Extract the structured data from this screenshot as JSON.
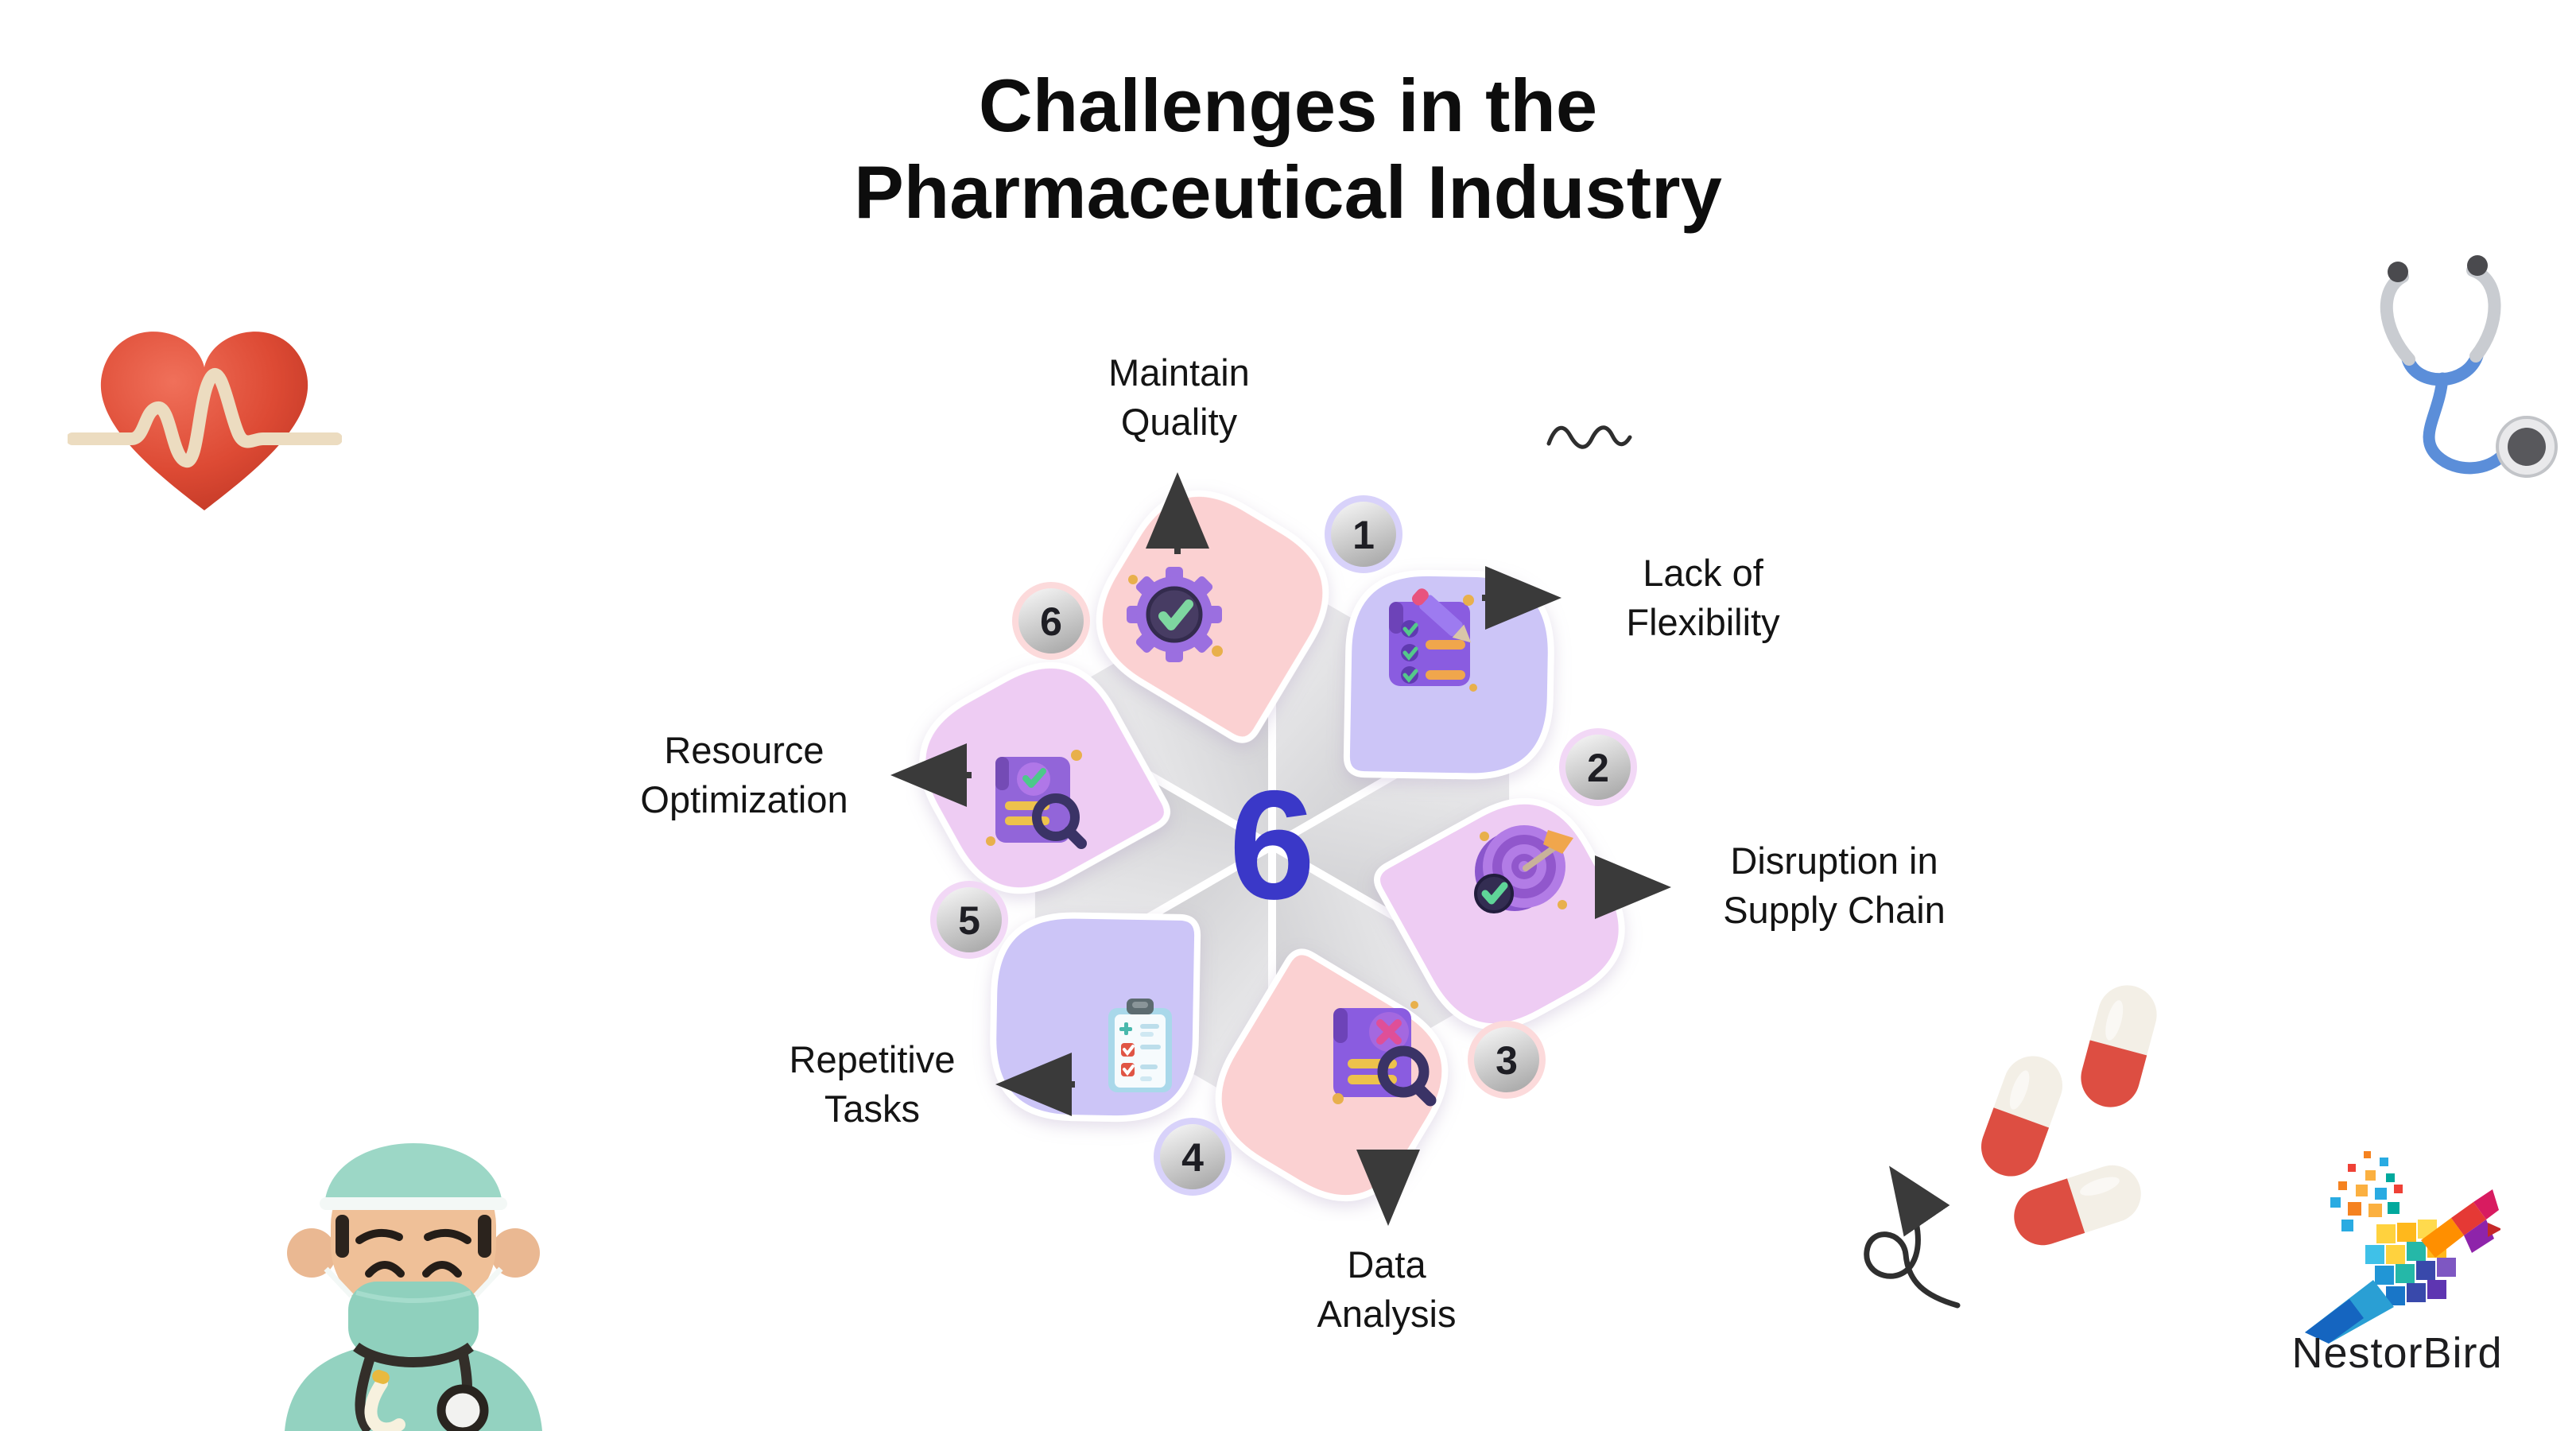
{
  "header": {
    "title": "Challenges in the\nPharmaceutical Industry"
  },
  "diagram": {
    "center_number": "6",
    "items": [
      {
        "number": "1",
        "label": "Lack of\nFlexibility",
        "icon": "checklist-pencil-icon"
      },
      {
        "number": "2",
        "label": "Disruption in\nSupply Chain",
        "icon": "target-check-icon"
      },
      {
        "number": "3",
        "label": "Data\nAnalysis",
        "icon": "document-search-error-icon"
      },
      {
        "number": "4",
        "label": "Repetitive\nTasks",
        "icon": "medical-clipboard-icon"
      },
      {
        "number": "5",
        "label": "Resource\nOptimization",
        "icon": "document-search-check-icon"
      },
      {
        "number": "6",
        "label": "Maintain\nQuality",
        "icon": "gear-check-icon"
      }
    ],
    "colors": {
      "petal_pink": "#fbd1d2",
      "petal_lavender": "#ccc5f7",
      "petal_violet": "#eeccf3",
      "center_number": "#3a38c8",
      "silver_light": "#f6f6f7",
      "silver_dark": "#bcbcc0",
      "arrow": "#3a3a3a"
    }
  },
  "brand": {
    "name": "NestorBird"
  }
}
